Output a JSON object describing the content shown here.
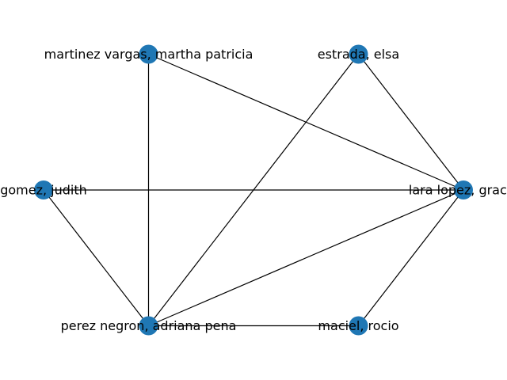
{
  "graph": {
    "style": {
      "node_color": "#1f77b4",
      "edge_color": "#000000",
      "background": "#ffffff",
      "layout": "circular"
    },
    "nodes": [
      {
        "id": "lara",
        "label": "lara lopez, gracie"
      },
      {
        "id": "estrada",
        "label": "estrada, elsa"
      },
      {
        "id": "martinez",
        "label": "martinez vargas, martha patricia"
      },
      {
        "id": "gomez",
        "label": "gomez, judith"
      },
      {
        "id": "perez",
        "label": "perez negron, adriana pena"
      },
      {
        "id": "maciel",
        "label": "maciel, rocio"
      }
    ],
    "edges": [
      [
        "estrada",
        "lara"
      ],
      [
        "estrada",
        "perez"
      ],
      [
        "martinez",
        "lara"
      ],
      [
        "martinez",
        "perez"
      ],
      [
        "gomez",
        "lara"
      ],
      [
        "gomez",
        "perez"
      ],
      [
        "perez",
        "lara"
      ],
      [
        "perez",
        "maciel"
      ],
      [
        "maciel",
        "lara"
      ]
    ]
  }
}
